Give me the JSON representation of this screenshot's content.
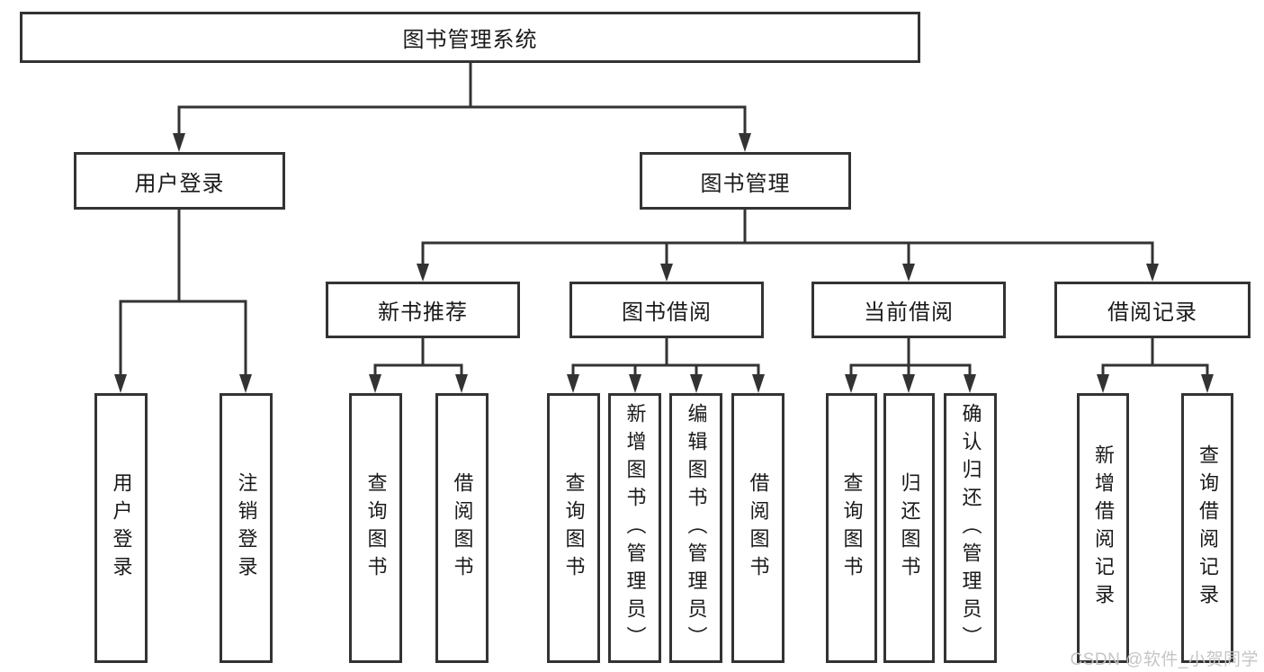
{
  "diagram": {
    "title": "图书管理系统",
    "root": {
      "label": "图书管理系统"
    },
    "branches": [
      {
        "label": "用户登录",
        "children": [
          {
            "label": "用户登录"
          },
          {
            "label": "注销登录"
          }
        ]
      },
      {
        "label": "图书管理",
        "children": [
          {
            "label": "新书推荐",
            "children": [
              {
                "label": "查询图书"
              },
              {
                "label": "借阅图书"
              }
            ]
          },
          {
            "label": "图书借阅",
            "children": [
              {
                "label": "查询图书"
              },
              {
                "label": "新增图书（管理员）"
              },
              {
                "label": "编辑图书（管理员）"
              },
              {
                "label": "借阅图书"
              }
            ]
          },
          {
            "label": "当前借阅",
            "children": [
              {
                "label": "查询图书"
              },
              {
                "label": "归还图书"
              },
              {
                "label": "确认归还（管理员）"
              }
            ]
          },
          {
            "label": "借阅记录",
            "children": [
              {
                "label": "新增借阅记录"
              },
              {
                "label": "查询借阅记录"
              }
            ]
          }
        ]
      }
    ]
  },
  "watermark": {
    "text": "CSDN @软件_小贺同学"
  },
  "colors": {
    "line": "#333333",
    "box_border": "#333333",
    "box_background": "#ffffff",
    "text": "#1a1a1a",
    "watermark": "#c5c5c5",
    "page_background": "#ffffff"
  }
}
